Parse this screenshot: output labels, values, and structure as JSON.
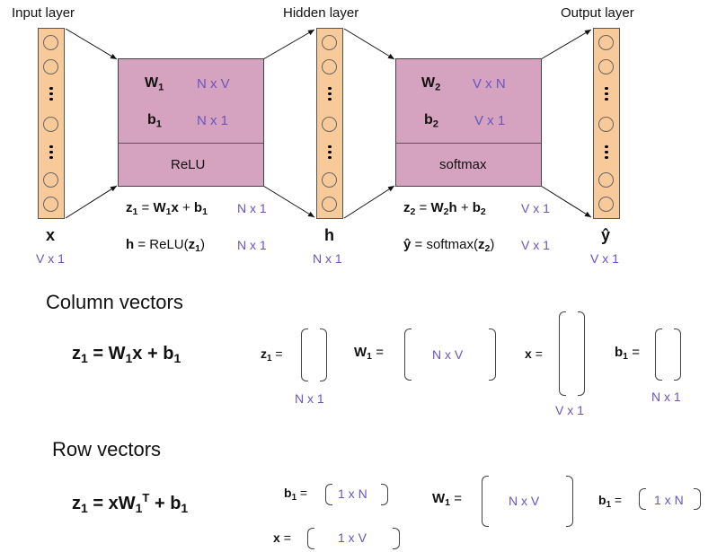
{
  "network": {
    "input_layer": {
      "title": "Input layer",
      "symbol": "x",
      "dim": "V x 1"
    },
    "hidden_layer": {
      "title": "Hidden layer",
      "symbol": "h",
      "dim": "N x 1"
    },
    "output_layer": {
      "title": "Output layer",
      "symbol": "ŷ",
      "dim": "V x 1"
    },
    "block1": {
      "w_label": "W",
      "w_sub": "1",
      "w_dim": "N x V",
      "b_label": "b",
      "b_sub": "1",
      "b_dim": "N x 1",
      "activation": "ReLU",
      "eq1_dim": "N x 1",
      "eq2_dim": "N x 1"
    },
    "block2": {
      "w_label": "W",
      "w_sub": "2",
      "w_dim": "V x N",
      "b_label": "b",
      "b_sub": "2",
      "b_dim": "V x 1",
      "activation": "softmax",
      "eq1_dim": "V x 1",
      "eq2_dim": "V x 1"
    }
  },
  "column_vectors": {
    "heading": "Column vectors",
    "z1_dim": "N x 1",
    "W1_dim": "N x V",
    "x_dim": "V x 1",
    "b1_dim": "N x 1"
  },
  "row_vectors": {
    "heading": "Row vectors",
    "b1_dim": "1 x N",
    "x_dim": "1 x V",
    "W1_dim": "N x V",
    "b1b_dim": "1 x N"
  },
  "text": {
    "eq": "=",
    "plus": "+",
    "z": "z",
    "W": "W",
    "b": "b",
    "x": "x",
    "h": "h",
    "yhat": "ŷ",
    "one": "1",
    "two": "2",
    "T": "T",
    "relu_fn": "ReLU(",
    "softmax_fn": "softmax(",
    "close": ")"
  }
}
